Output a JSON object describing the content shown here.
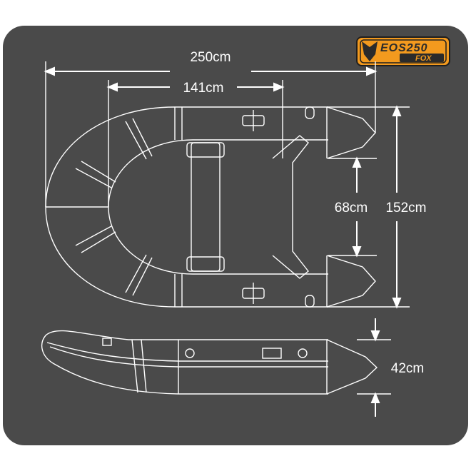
{
  "dimensions": {
    "overall_length": "250cm",
    "inner_length": "141cm",
    "inner_width": "68cm",
    "overall_width": "152cm",
    "tube_height": "42cm"
  },
  "logo": {
    "model": "EOS250",
    "brand": "FOX"
  },
  "colors": {
    "background": "#4a4a4a",
    "panel_border": "#ffffff",
    "lines": "#ffffff",
    "logo_orange": "#f39a1e",
    "logo_dark": "#2b2b2b"
  }
}
